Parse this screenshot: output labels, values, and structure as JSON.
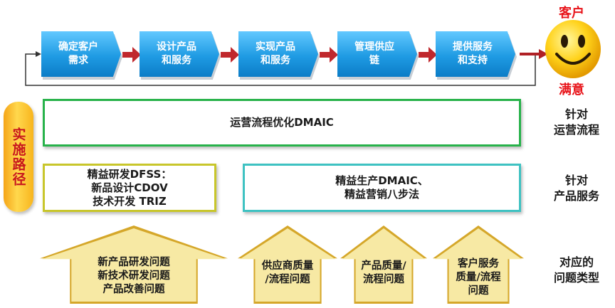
{
  "process": {
    "steps": [
      {
        "line1": "确定客户",
        "line2": "需求"
      },
      {
        "line1": "设计产品",
        "line2": "和服务"
      },
      {
        "line1": "实现产品",
        "line2": "和服务"
      },
      {
        "line1": "管理供应",
        "line2": "链"
      },
      {
        "line1": "提供服务",
        "line2": "和支持"
      }
    ]
  },
  "customer": {
    "top": "客户",
    "bottom": "满意"
  },
  "side": {
    "label": "实施路径"
  },
  "bands": {
    "operations": "运营流程优化DMAIC",
    "dfss": {
      "line1": "精益研发DFSS：",
      "line2": "新品设计CDOV",
      "line3": "技术开发 TRIZ"
    },
    "lean": {
      "line1": "精益生产DMAIC、",
      "line2": "精益营销八步法"
    }
  },
  "right_labels": {
    "ops": {
      "line1": "针对",
      "line2": "运营流程"
    },
    "product": {
      "line1": "针对",
      "line2": "产品服务"
    },
    "problems": {
      "line1": "对应的",
      "line2": "问题类型"
    }
  },
  "houses": [
    {
      "lines": [
        "新产品研发问题",
        "新技术研发问题",
        "产品改善问题"
      ]
    },
    {
      "lines": [
        "供应商质量",
        "/流程问题"
      ]
    },
    {
      "lines": [
        "产品质量/",
        "流程问题"
      ]
    },
    {
      "lines": [
        "客户服务",
        "质量/流程",
        "问题"
      ]
    }
  ],
  "colors": {
    "step_blue": "#1f9be3",
    "arrow_red": "#c0282d",
    "band_green": "#27b24a",
    "band_olive": "#c8c62b",
    "band_teal": "#3ec2c2",
    "house_fill": "#f7e9a4",
    "customer_red": "#e8141a"
  }
}
